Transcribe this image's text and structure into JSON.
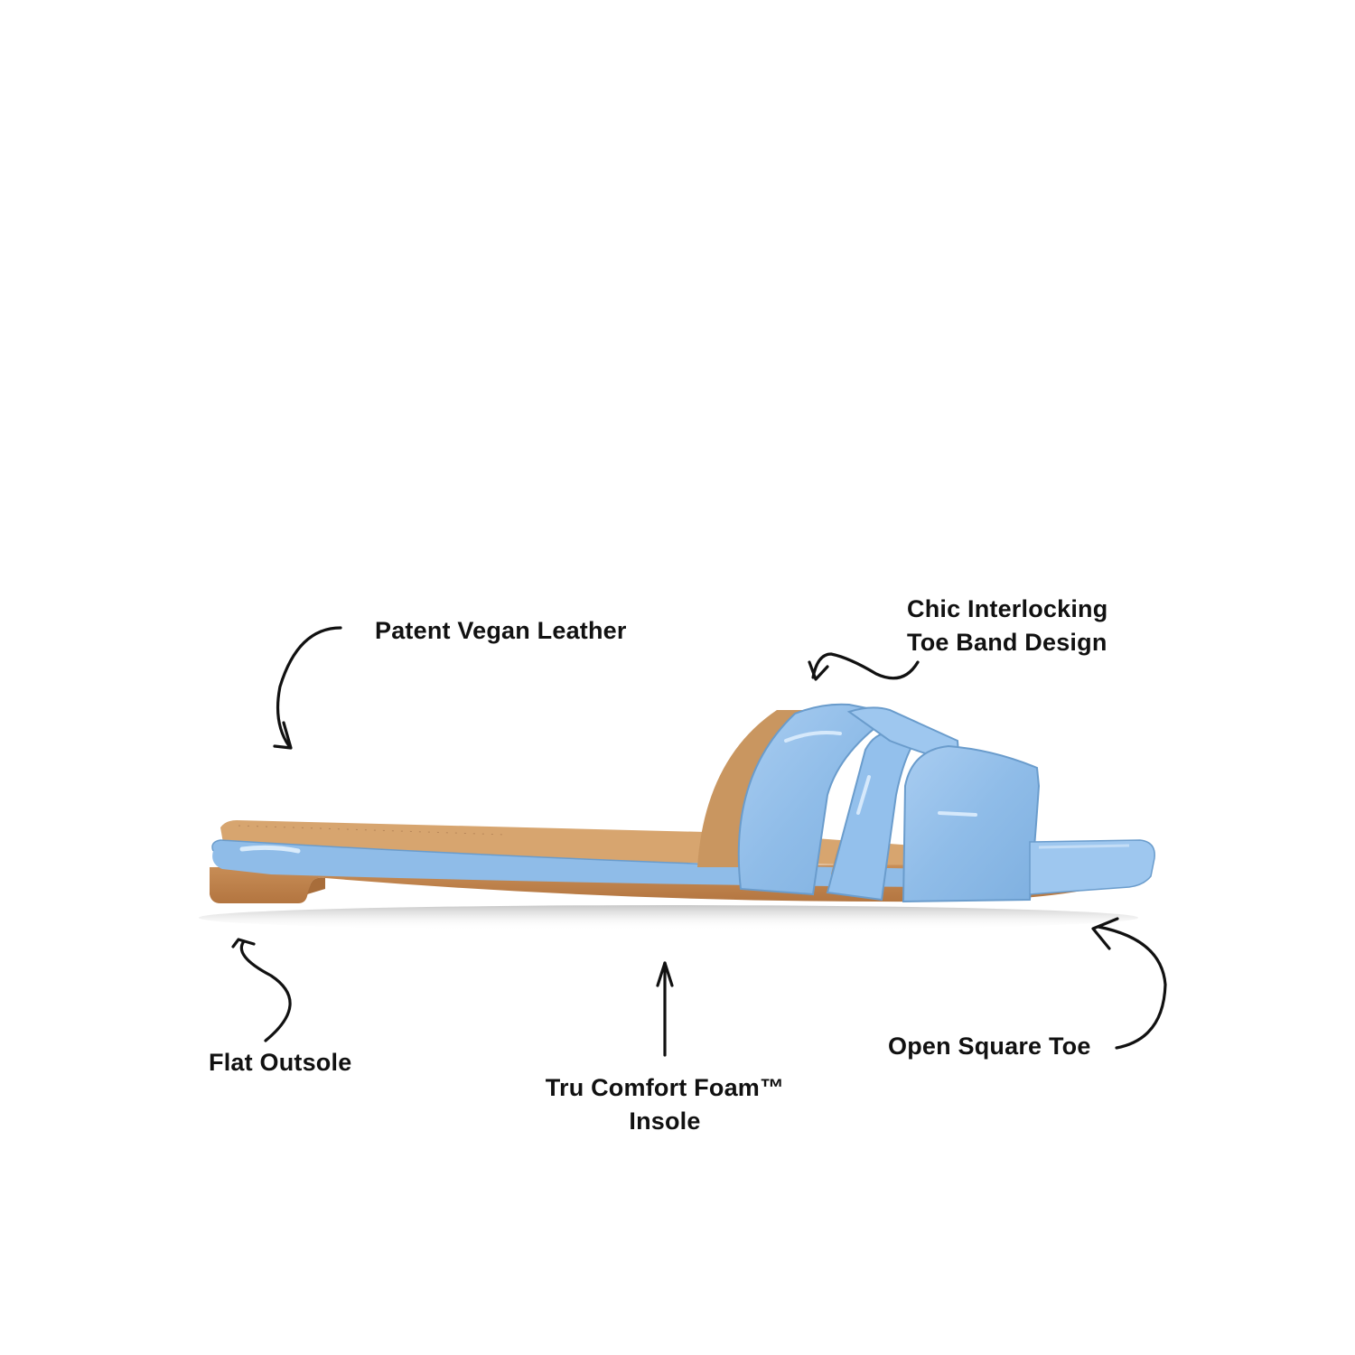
{
  "product": {
    "name": "Patent vegan leather interlocking toe band flat slide sandal",
    "colors": {
      "upper": "#8fbce8",
      "upper_highlight": "#c3ddf6",
      "upper_edge": "#6a9ccc",
      "insole": "#d7a56f",
      "outsole": "#c0854e",
      "outsole_dark": "#a86d3a",
      "background": "#ffffff",
      "annotation_text": "#111111"
    }
  },
  "callouts": [
    {
      "id": "patent-vegan-leather",
      "text": "Patent Vegan Leather",
      "arrow": "curved-down-left"
    },
    {
      "id": "chic-interlocking",
      "line1": "Chic Interlocking",
      "line2": "Toe Band Design",
      "arrow": "wavy-left"
    },
    {
      "id": "flat-outsole",
      "text": "Flat Outsole",
      "arrow": "wavy-up"
    },
    {
      "id": "tru-comfort-foam",
      "line1": "Tru Comfort Foam™",
      "line2": "Insole",
      "arrow": "straight-up"
    },
    {
      "id": "open-square-toe",
      "text": "Open Square Toe",
      "arrow": "curved-up-left"
    }
  ]
}
